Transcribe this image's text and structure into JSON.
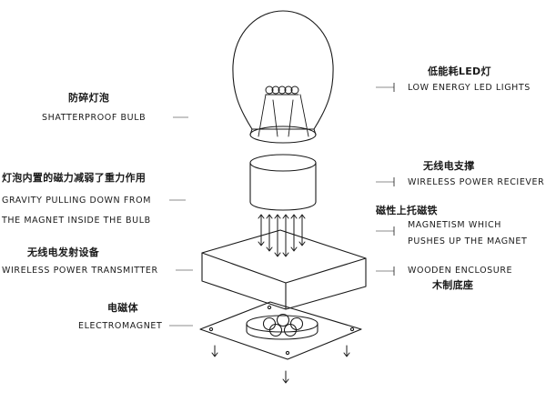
{
  "labels": {
    "led_zh": "低能耗LED灯",
    "led_en": "LOW ENERGY LED LIGHTS",
    "bulb_zh": "防碎灯泡",
    "bulb_en": "SHATTERPROOF BULB",
    "gravity_zh": "灯泡内置的磁力减弱了重力作用",
    "gravity_en_1": "GRAVITY PULLING DOWN FROM",
    "gravity_en_2": "THE MAGNET INSIDE THE BULB",
    "receiver_zh": "无线电支撑",
    "receiver_en": "WIRELESS POWER RECIEVER",
    "magnet_zh": "磁性上托磁铁",
    "magnet_en_1": "MAGNETISM WHICH",
    "magnet_en_2": "PUSHES UP THE MAGNET",
    "transmitter_zh": "无线电发射设备",
    "transmitter_en": "WIRELESS POWER TRANSMITTER",
    "enclosure_en": "WOODEN ENCLOSURE",
    "enclosure_zh": "木制底座",
    "electromagnet_zh": "电磁体",
    "electromagnet_en": "ELECTROMAGNET"
  },
  "colors": {
    "ink": "#1a1a1a",
    "leader": "#666666",
    "background": "#ffffff"
  }
}
